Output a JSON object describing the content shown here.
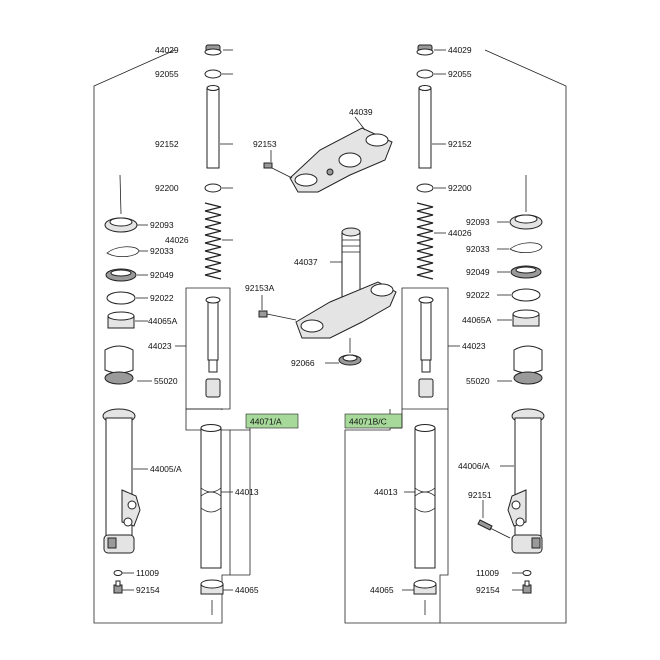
{
  "labels": {
    "l_44029": "44029",
    "l_92055": "92055",
    "l_92152": "92152",
    "l_92200": "92200",
    "l_92093": "92093",
    "l_44026": "44026",
    "l_92033": "92033",
    "l_92049": "92049",
    "l_92022": "92022",
    "l_44065A": "44065A",
    "l_44023": "44023",
    "l_55020": "55020",
    "l_44005A": "44005/A",
    "l_44013": "44013",
    "l_44065": "44065",
    "l_11009": "11009",
    "l_92154": "92154",
    "r_44029": "44029",
    "r_92055": "92055",
    "r_92152": "92152",
    "r_92200": "92200",
    "r_92093": "92093",
    "r_44026": "44026",
    "r_92033": "92033",
    "r_92049": "92049",
    "r_92022": "92022",
    "r_44065A": "44065A",
    "r_44023": "44023",
    "r_55020": "55020",
    "r_44006A": "44006/A",
    "r_92151": "92151",
    "r_44013": "44013",
    "r_44065": "44065",
    "r_11009": "11009",
    "r_92154": "92154",
    "c_44039": "44039",
    "c_92153": "92153",
    "c_44037": "44037",
    "c_92153A": "92153A",
    "c_92066": "92066"
  },
  "assembly_tags": {
    "left": "44071/A",
    "right": "44071B/C",
    "highlight_color": "#a6d99a"
  }
}
